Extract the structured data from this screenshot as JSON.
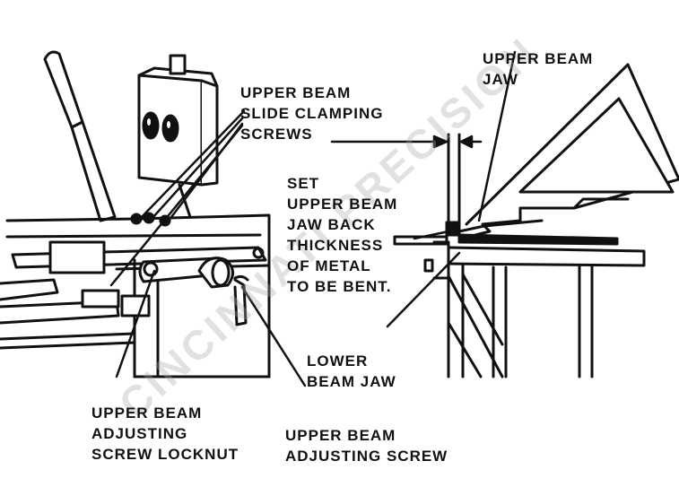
{
  "watermark": "CINCINNATI PRECISION",
  "colors": {
    "ink": "#111111",
    "background": "#ffffff",
    "watermark": "#aaaaaa"
  },
  "labels": {
    "slide_clamping_screws": [
      "UPPER BEAM",
      "SLIDE CLAMPING",
      "SCREWS"
    ],
    "upper_beam_jaw": [
      "UPPER BEAM",
      "JAW"
    ],
    "set_jaw_back": [
      "SET",
      "UPPER BEAM",
      "JAW BACK",
      "THICKNESS",
      "OF METAL",
      "TO BE BENT."
    ],
    "lower_beam_jaw": [
      "LOWER",
      "BEAM JAW"
    ],
    "adjusting_screw_locknut": [
      "UPPER BEAM",
      "ADJUSTING",
      "SCREW LOCKNUT"
    ],
    "adjusting_screw": [
      "UPPER BEAM",
      "ADJUSTING SCREW"
    ]
  }
}
